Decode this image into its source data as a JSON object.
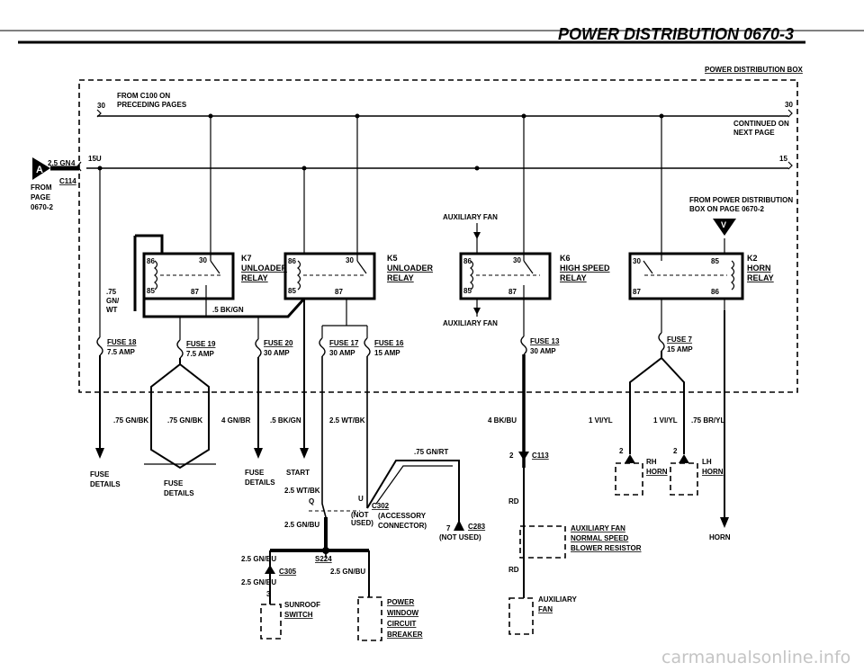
{
  "header": {
    "title": "POWER DISTRIBUTION",
    "page_code": "0670-3",
    "box_title": "POWER DISTRIBUTION BOX"
  },
  "inputs": {
    "from_c100_num": "30",
    "from_c100": "FROM C100 ON",
    "from_c100_2": "PRECEDING PAGES",
    "term30_right": "30",
    "continued": "CONTINUED ON",
    "continued_2": "NEXT PAGE",
    "wire_in": "2.5 GN",
    "pin_in": "4",
    "conn_letter": "A",
    "term_15u": "15U",
    "term15_right": "15",
    "from": "FROM",
    "c114": "C114",
    "page": "PAGE",
    "page_num": "0670-2",
    "from_pdb": "FROM POWER DISTRIBUTION",
    "from_pdb_2": "BOX ON PAGE 0670-2",
    "conn_v": "V"
  },
  "relays": {
    "k7": "K7",
    "k7_a": "UNLOADER",
    "k7_b": "RELAY",
    "k5": "K5",
    "k5_a": "UNLOADER",
    "k5_b": "RELAY",
    "k6": "K6",
    "k6_a": "HIGH SPEED",
    "k6_b": "RELAY",
    "k2": "K2",
    "k2_a": "HORN",
    "k2_b": "RELAY",
    "p30": "30",
    "p85": "85",
    "p86": "86",
    "p87": "87"
  },
  "fuses": {
    "f18": "FUSE 18",
    "f18_amp": "7.5 AMP",
    "f19": "FUSE 19",
    "f19_amp": "7.5 AMP",
    "f20": "FUSE 20",
    "f20_amp": "30 AMP",
    "f17": "FUSE 17",
    "f17_amp": "30 AMP",
    "f16": "FUSE 16",
    "f16_amp": "15 AMP",
    "f13": "FUSE 13",
    "f13_amp": "30 AMP",
    "f7": "FUSE 7",
    "f7_amp": "15 AMP"
  },
  "wires": {
    "w075": ".75",
    "w_gn": "GN/",
    "w_wt": "WT",
    "w_bkgn_5": ".5 BK/GN",
    "w_gnbk_1": ".75 GN/BK",
    "w_gnbk_2": ".75 GN/BK",
    "w_gnbr": "4 GN/BR",
    "w_bkgn_2": ".5 BK/GN",
    "w_wtbk": "2.5 WT/BK",
    "w_wtbk_2": "2.5 WT/BK",
    "w_gnrt": ".75 GN/RT",
    "w_bkbu": "4 BK/BU",
    "w_viyl1": "1 VI/YL",
    "w_viyl2": "1 VI/YL",
    "w_bryl": ".75 BR/YL",
    "w_gnbu1": "2.5 GN/BU",
    "w_gnbu2": "2.5 GN/BU",
    "w_gnbu3": "2.5 GN/BU",
    "w_gnbu4": "2.5 GN/BU",
    "w_rd1": "RD",
    "w_rd2": "RD"
  },
  "labels": {
    "aux_fan_top": "AUXILIARY FAN",
    "aux_fan_bot": "AUXILIARY FAN",
    "fuse_details_1": "FUSE",
    "fuse_details_1b": "DETAILS",
    "fuse_details_2": "FUSE",
    "fuse_details_2b": "DETAILS",
    "fuse_details_3": "FUSE",
    "fuse_details_3b": "DETAILS",
    "start": "START",
    "q": "Q",
    "u": "U",
    "c302": "C302",
    "not_1": "(NOT",
    "used_1": "USED)",
    "accessory": "(ACCESSORY",
    "connector": "CONNECTOR)",
    "pin7": "7",
    "c283": "C283",
    "not_used": "(NOT USED)",
    "s224": "S224",
    "c305": "C305",
    "pin3": "3",
    "sunroof": "SUNROOF",
    "sunroof_b": "SWITCH",
    "pw_1": "POWER",
    "pw_2": "WINDOW",
    "pw_3": "CIRCUIT",
    "pw_4": "BREAKER",
    "pin2": "2",
    "c113": "C113",
    "afn_1": "AUXILIARY FAN",
    "afn_2": "NORMAL SPEED",
    "afn_3": "BLOWER RESISTOR",
    "auxfan_1": "AUXILIARY",
    "auxfan_2": "FAN",
    "rh": "RH",
    "rh_b": "HORN",
    "lh": "LH",
    "lh_b": "HORN",
    "pin2_rh": "2",
    "pin2_lh": "2",
    "horn": "HORN"
  },
  "watermark": "carmanualsonline.info"
}
